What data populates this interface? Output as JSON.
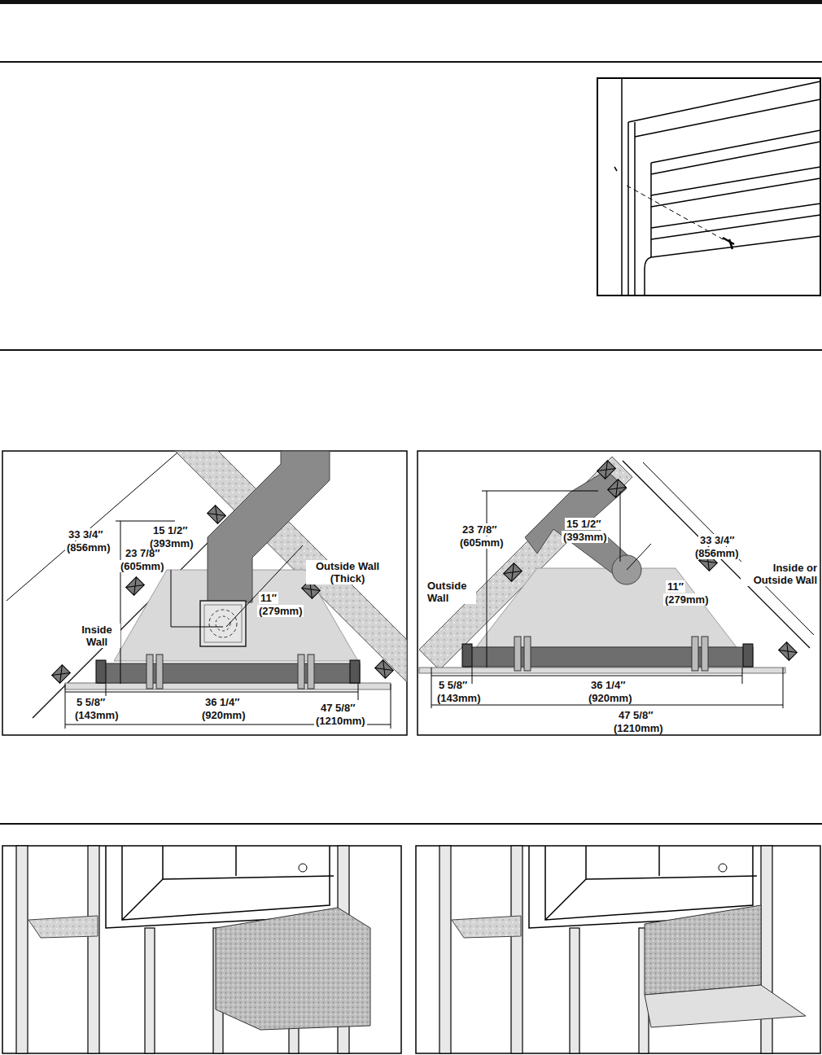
{
  "diagram": {
    "labels": [
      "33 3/4″",
      "(856mm)",
      "23 7/8″",
      "(605mm)",
      "15 1/2″",
      "(393mm)",
      "11″",
      "(279mm)",
      "Inside Wall",
      "Outside Wall (Thick)",
      "5 5/8″",
      "(143mm)",
      "36 1/4″",
      "(920mm)",
      "47 5/8″",
      "(1210mm)",
      "23 7/8″",
      "(605mm)",
      "15 1/2″",
      "(393mm)",
      "33 3/4″",
      "(856mm)",
      "Inside or Outside Wall",
      "Outside Wall",
      "11″",
      "(279mm)",
      "5 5/8″",
      "(143mm)",
      "36 1/4″",
      "(920mm)",
      "47 5/8″",
      "(1210mm)"
    ]
  }
}
